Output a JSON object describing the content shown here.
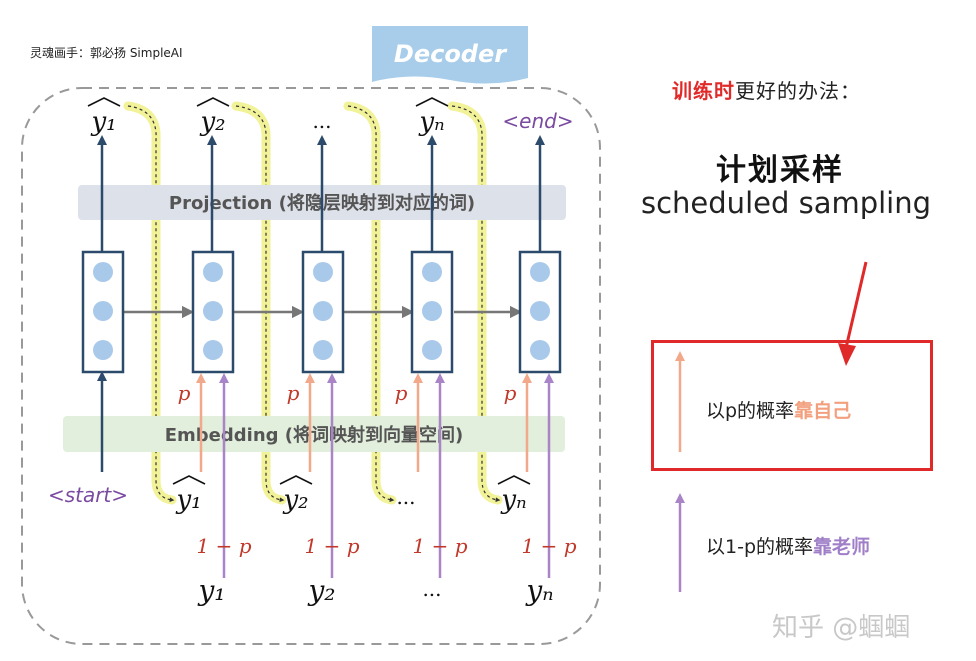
{
  "credit": "灵魂画手：郭必扬 SimpleAI",
  "decoder_label": "Decoder",
  "projection_label": "Projection (将隐层映射到对应的词)",
  "embedding_label": "Embedding (将词映射到向量空间)",
  "outputs": [
    "y₁",
    "y₂",
    "...",
    "yₙ",
    "<end>"
  ],
  "start_label": "<start>",
  "predicted_inputs": [
    "y₁",
    "y₂",
    "...",
    "yₙ"
  ],
  "ground_truth": [
    "y₁",
    "y₂",
    "...",
    "yₙ"
  ],
  "p_label": "p",
  "one_minus_p_label": "1 − p",
  "right_heading_highlight": "训练时",
  "right_heading_rest": "更好的办法：",
  "title_cn": "计划采样",
  "title_en": "scheduled sampling",
  "legend_self_prefix": "以p的概率",
  "legend_self_highlight": "靠自己",
  "legend_teacher_prefix": "以1-p的概率",
  "legend_teacher_highlight": "靠老师",
  "watermark": "知乎 @蝈蝈",
  "colors": {
    "projection_bar": "#dde1e9",
    "embedding_bar": "#e2efdc",
    "decoder_tab": "#a8cdea",
    "cell_border": "#2c4a6c",
    "cell_node": "#a9c9ea",
    "output_arrow": "#2c4a6c",
    "self_arrow": "#f2a88a",
    "teacher_arrow": "#a985c8",
    "highlight_red": "#e02a2a",
    "yellow_loop": "#f2f298",
    "end_start_text": "#7a4aa0"
  }
}
